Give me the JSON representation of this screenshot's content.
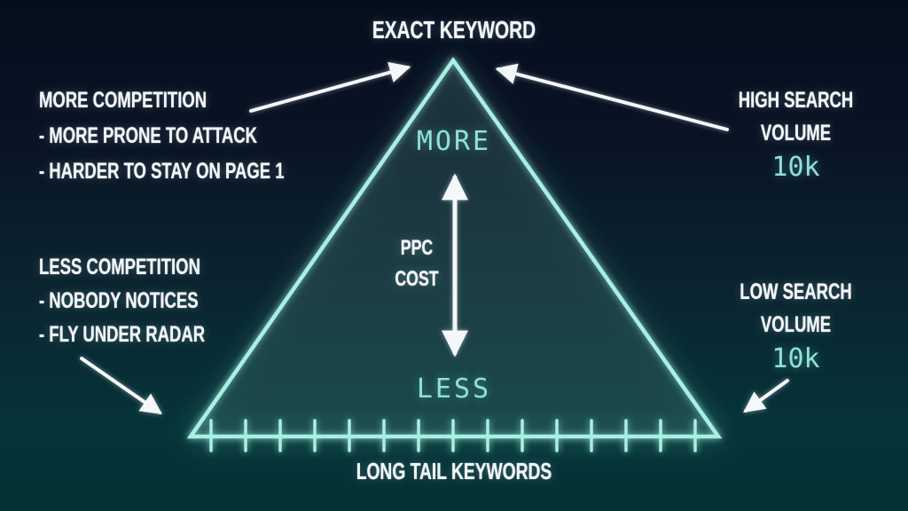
{
  "colors": {
    "background_top": "#050e1d",
    "background_bottom": "#043134",
    "triangle_stroke": "#a9efe2",
    "teal_text": "#8fe2d7",
    "white_text": "#f3f6f8",
    "arrow": "#f5f8fa"
  },
  "apex": {
    "title": "EXACT KEYWORD"
  },
  "left_top": {
    "heading": "MORE COMPETITION",
    "items": [
      "- MORE PRONE TO ATTACK",
      "- HARDER TO STAY ON PAGE 1"
    ]
  },
  "left_bottom": {
    "heading": "LESS COMPETITION",
    "items": [
      "- NOBODY NOTICES",
      "- FLY UNDER RADAR"
    ]
  },
  "right_top": {
    "line1": "HIGH SEARCH",
    "line2": "VOLUME",
    "value": "10k"
  },
  "right_bottom": {
    "line1": "LOW SEARCH",
    "line2": "VOLUME",
    "value": "10k"
  },
  "center_axis": {
    "top_label": "MORE",
    "axis_label_line1": "PPC",
    "axis_label_line2": "COST",
    "bottom_label": "LESS"
  },
  "base": {
    "label": "LONG TAIL KEYWORDS"
  }
}
